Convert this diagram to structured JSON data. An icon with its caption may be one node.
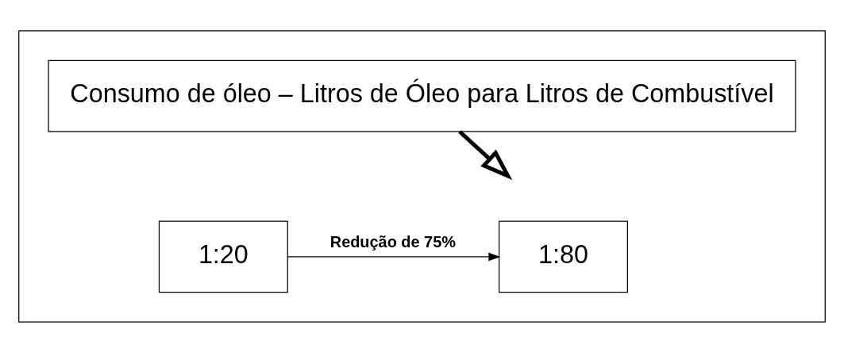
{
  "diagram": {
    "nodes": [
      {
        "text": [],
        "shape": "box"
      },
      {
        "text": [
          "Consumo de óleo – Litros de Óleo para Litros de Combustível"
        ],
        "in": 0
      },
      {
        "text": [
          "1:20"
        ],
        "in": 0
      },
      {
        "text": [
          "1:80"
        ],
        "in": 0
      }
    ],
    "edges": [
      {
        "from": 1,
        "to": null,
        "arrow": "to",
        "style": "thick"
      },
      {
        "from": 2,
        "to": 3,
        "arrow": "to",
        "label": "Redução de 75%"
      }
    ]
  }
}
